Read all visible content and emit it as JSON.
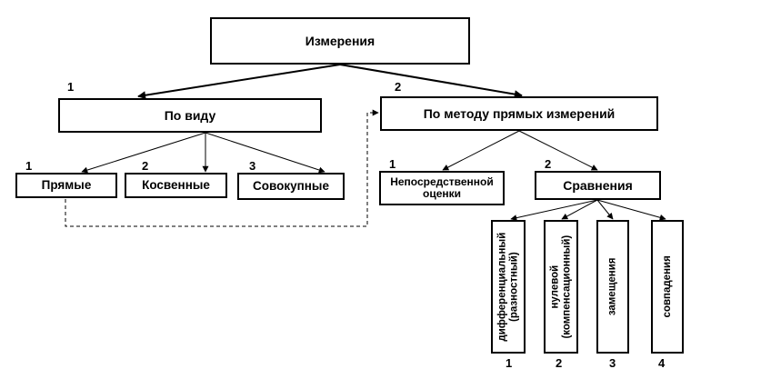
{
  "diagram": {
    "root": {
      "label": "Измерения"
    },
    "by_type": {
      "label": "По виду",
      "number": "1",
      "children": [
        {
          "label": "Прямые",
          "number": "1"
        },
        {
          "label": "Косвенные",
          "number": "2"
        },
        {
          "label": "Совокупные",
          "number": "3"
        }
      ]
    },
    "by_method": {
      "label": "По методу прямых измерений",
      "number": "2",
      "children": [
        {
          "label": "Непосредственной оценки",
          "number": "1"
        },
        {
          "label": "Сравнения",
          "number": "2"
        }
      ]
    },
    "comparison_methods": [
      {
        "line1": "дифференциальный",
        "line2": "(разностный)",
        "number": "1"
      },
      {
        "line1": "нулевой",
        "line2": "(компенсационный)",
        "number": "2"
      },
      {
        "line1": "замещения",
        "line2": "",
        "number": "3"
      },
      {
        "line1": "совпадения",
        "line2": "",
        "number": "4"
      }
    ]
  }
}
